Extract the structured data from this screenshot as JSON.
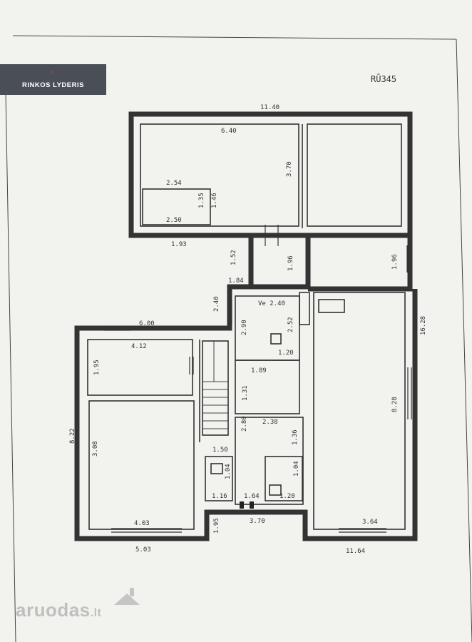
{
  "logo": {
    "caption": "RINKOS LYDERIS"
  },
  "corner_label": "RŪ345",
  "watermark": {
    "name": "aruodas",
    "tld": ".lt"
  },
  "dimensions": {
    "top_overall": "11.40",
    "room_top_left_width": "6.40",
    "room_top_left_height": "3.70",
    "sub_room_width": "2.54",
    "sub_room_bottom": "2.50",
    "sub_room_a": "1.35",
    "sub_room_b": "1.46",
    "below_top_left": "1.93",
    "corridor_a": "1.52",
    "corridor_b": "1.96",
    "corridor_c": "1.84",
    "right_small": "1.96",
    "kitchen_top": "2.40",
    "left_wing_top": "6.00",
    "room_left_a_width": "4.12",
    "room_left_a_height": "1.95",
    "stair_side": "2.90",
    "stair_width": "1.20",
    "mid_a": "1.89",
    "mid_b": "1.31",
    "hall_width": "2.38",
    "hall_side": "2.80",
    "small_side": "1.36",
    "left_height": "8.22",
    "room_left_b_height": "3.08",
    "room_left_b_width": "4.03",
    "bath_a": "1.50",
    "bath_b": "1.04",
    "bath_c": "1.16",
    "bath_d": "1.64",
    "wc_a": "1.04",
    "wc_b": "1.20",
    "bottom_mid": "3.70",
    "bottom_step": "1.95",
    "bottom_left_total": "5.03",
    "right_room_height": "8.28",
    "right_room_width": "3.64",
    "right_total_height": "16.28",
    "bottom_right_total": "11.64",
    "vent_label": "Ve 2.40",
    "stair_room_label": "2.52"
  }
}
